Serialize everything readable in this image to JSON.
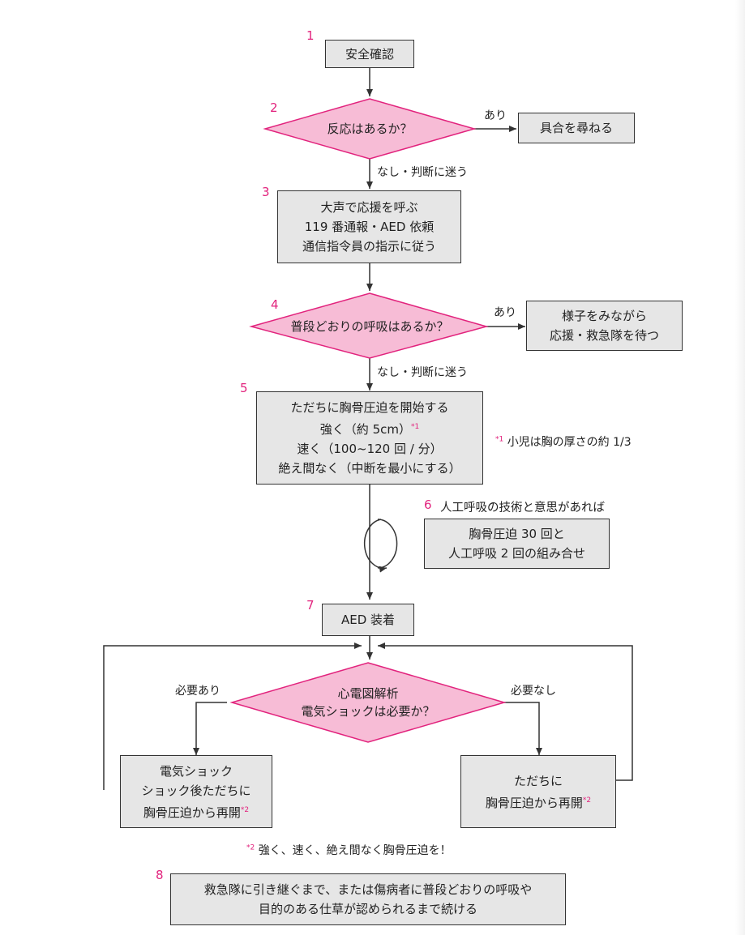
{
  "steps": {
    "s1": {
      "num": "1",
      "lines": [
        "安全確認"
      ]
    },
    "s2": {
      "num": "2",
      "question": "反応はあるか？",
      "yes_label": "あり",
      "no_label": "なし・判断に迷う",
      "yes_action": "具合を尋ねる"
    },
    "s3": {
      "num": "3",
      "lines": [
        "大声で応援を呼ぶ",
        "119 番通報・AED 依頼",
        "通信指令員の指示に従う"
      ]
    },
    "s4": {
      "num": "4",
      "question": "普段どおりの呼吸はあるか？",
      "yes_label": "あり",
      "no_label": "なし・判断に迷う",
      "yes_action": [
        "様子をみながら",
        "応援・救急隊を待つ"
      ]
    },
    "s5": {
      "num": "5",
      "lines": [
        "ただちに胸骨圧迫を開始する",
        "強く（約 5cm）",
        "速く（100~120 回 / 分）",
        "絶え間なく（中断を最小にする）"
      ],
      "line2_mark": "*1",
      "note_mark": "*1",
      "note": "小児は胸の厚さの約 1/3"
    },
    "s6": {
      "num": "6",
      "heading": "人工呼吸の技術と意思があれば",
      "lines": [
        "胸骨圧迫 30 回と",
        "人工呼吸 2 回の組み合せ"
      ]
    },
    "s7": {
      "num": "7",
      "lines": [
        "AED 装着"
      ]
    },
    "analysis": {
      "lines": [
        "心電図解析",
        "電気ショックは必要か？"
      ],
      "left_label": "必要あり",
      "right_label": "必要なし"
    },
    "shock_box": {
      "lines": [
        "電気ショック",
        "ショック後ただちに",
        "胸骨圧迫から再開"
      ],
      "mark": "*2"
    },
    "no_shock_box": {
      "lines": [
        "ただちに",
        "胸骨圧迫から再開"
      ],
      "mark": "*2"
    },
    "note2": {
      "mark": "*2",
      "text": "強く、速く、絶え間なく胸骨圧迫を！"
    },
    "s8": {
      "num": "8",
      "lines": [
        "救急隊に引き継ぐまで、または傷病者に普段どおりの呼吸や",
        "目的のある仕草が認められるまで続ける"
      ]
    }
  },
  "colors": {
    "accent_pink": "#e2237d",
    "diamond_fill": "#f7bcd6",
    "box_fill": "#e6e6e6",
    "line": "#333333"
  }
}
